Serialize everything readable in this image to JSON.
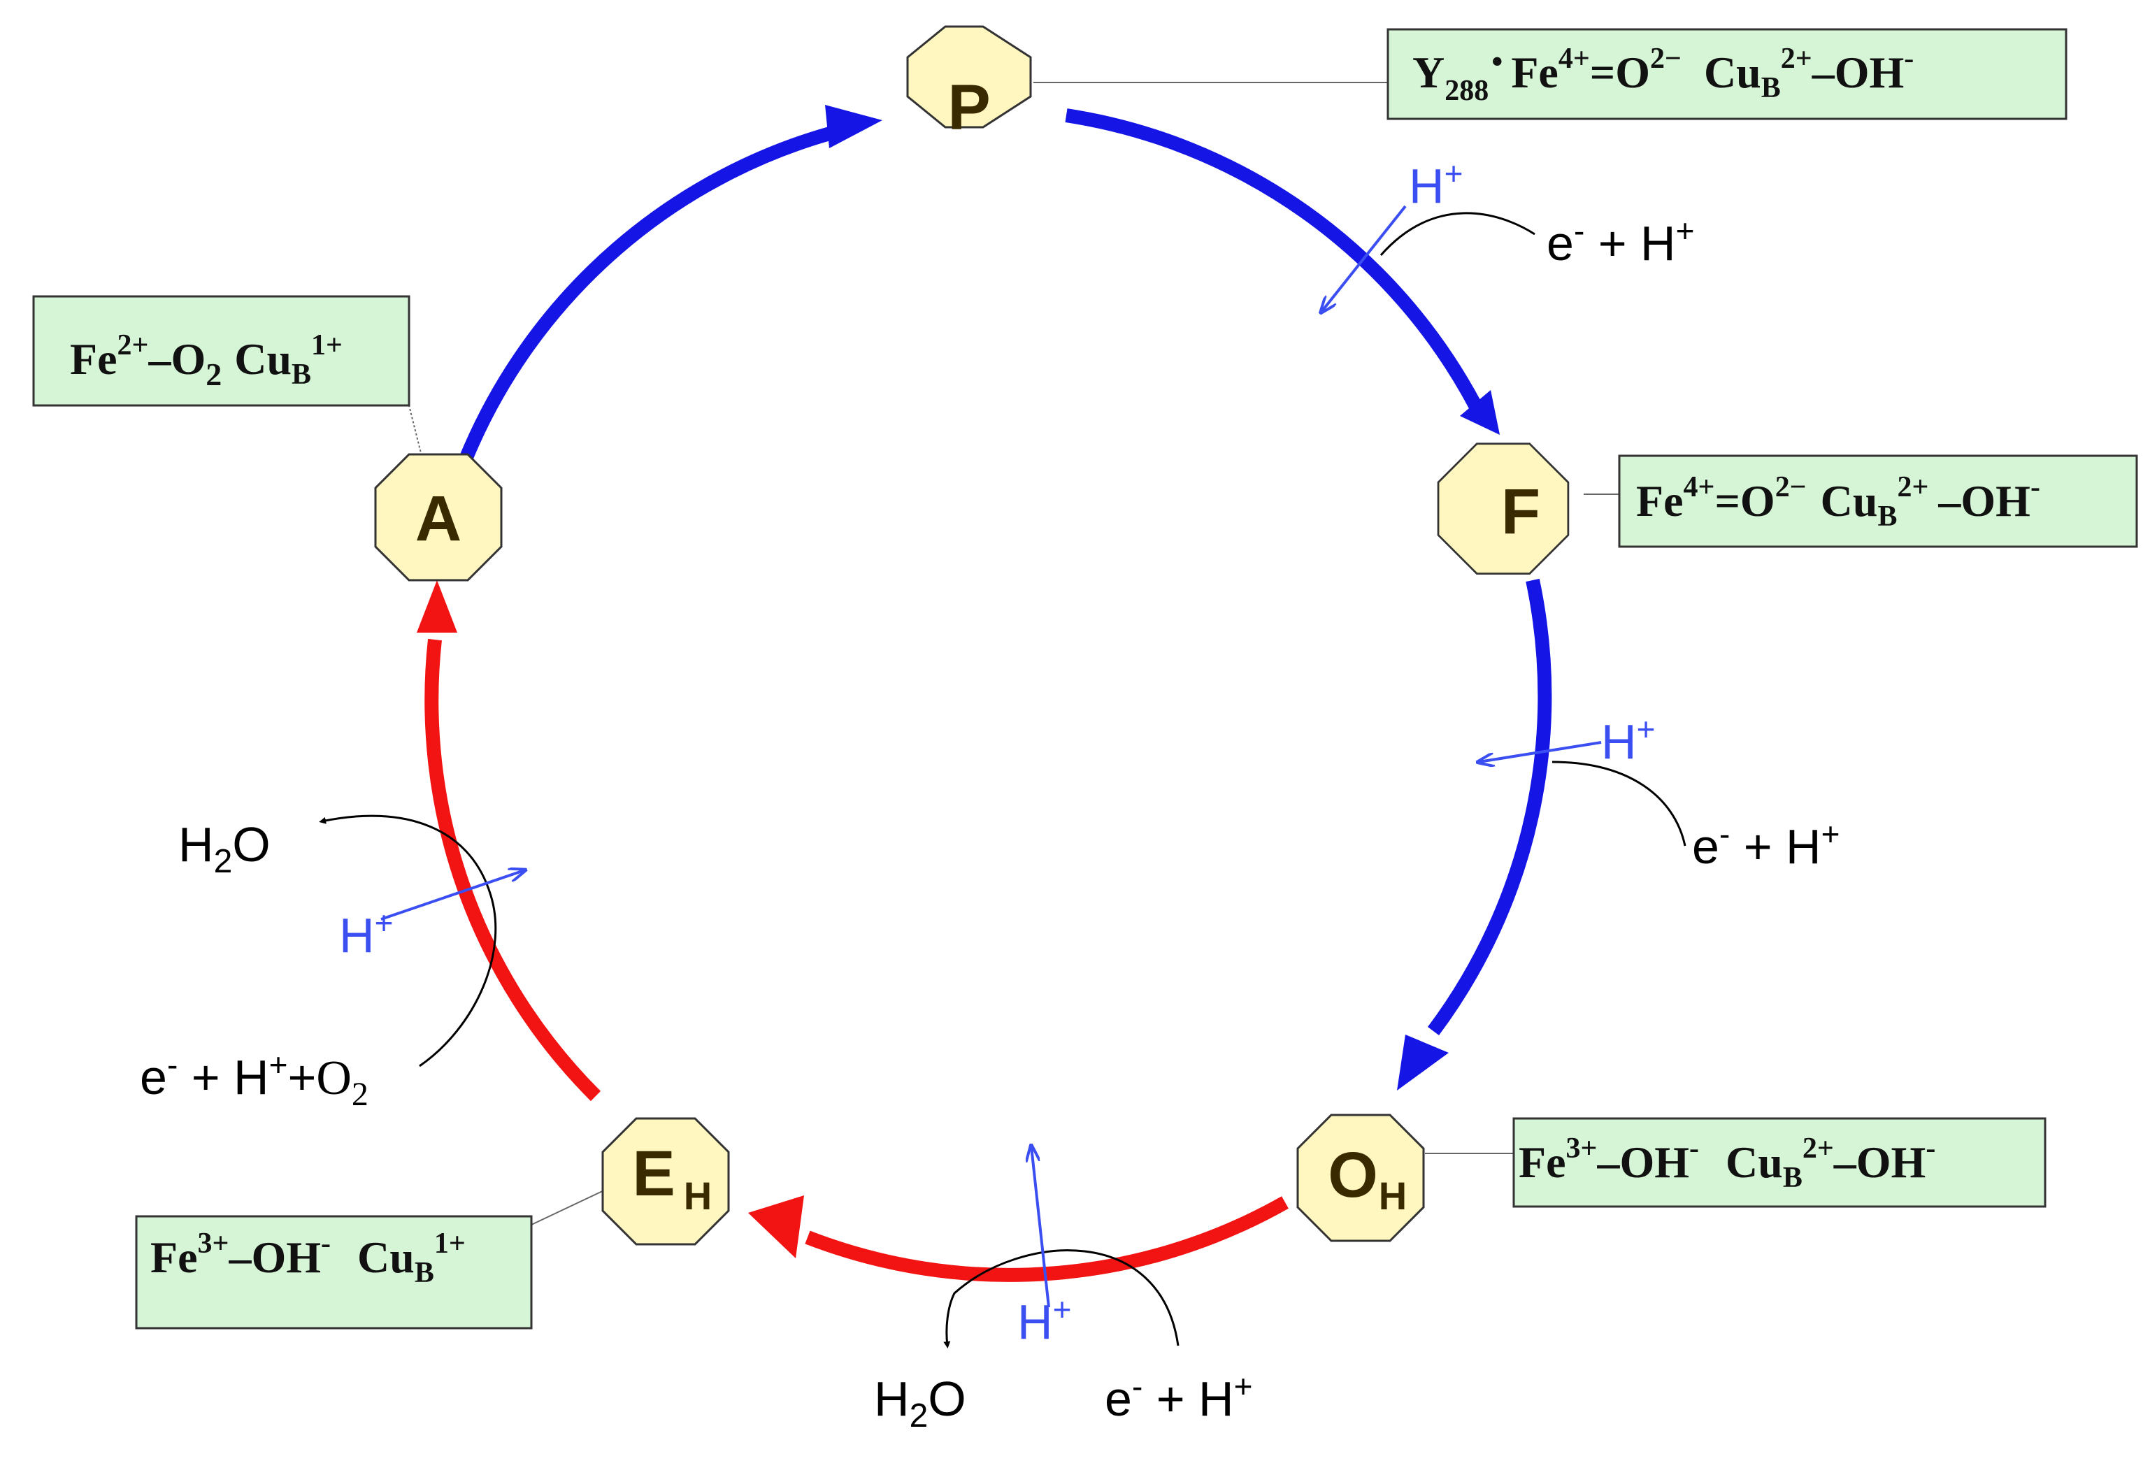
{
  "colors": {
    "oxidative": "#1515e6",
    "reductive": "#f21313",
    "proton": "#3a4ef2",
    "box_fill": "#d6f5d6",
    "box_border": "#333333",
    "octagon_fill": "#fff7bf",
    "octagon_border": "#333333"
  },
  "states": {
    "P": {
      "letter": "P",
      "sub": ""
    },
    "F": {
      "letter": "F",
      "sub": ""
    },
    "OH": {
      "letter": "O",
      "sub": "H"
    },
    "EH": {
      "letter": "E",
      "sub": "H"
    },
    "A": {
      "letter": "A",
      "sub": ""
    }
  },
  "boxes": {
    "P": {
      "y": "Y",
      "y_sub": "288",
      "dot": "•",
      "fe": "Fe",
      "fe_sup": "4+",
      "eq": "=O",
      "o_sup": "2−",
      "cu": "Cu",
      "cu_sub": "B",
      "cu_sup": "2+",
      "tail": "–OH",
      "tail_sup": "-"
    },
    "F": {
      "fe": "Fe",
      "fe_sup": "4+",
      "eq": "=O",
      "o_sup": "2−",
      "cu": "Cu",
      "cu_sub": "B",
      "cu_sup": "2+",
      "tail": "–OH",
      "tail_sup": "-"
    },
    "OH": {
      "fe": "Fe",
      "fe_sup": "3+",
      "oh": "–OH",
      "oh_sup": "-",
      "cu": "Cu",
      "cu_sub": "B",
      "cu_sup": "2+",
      "tail": "–OH",
      "tail_sup": "-"
    },
    "EH": {
      "fe": "Fe",
      "fe_sup": "3+",
      "oh": "–OH",
      "oh_sup": "-",
      "cu": "Cu",
      "cu_sub": "B",
      "cu_sup": "1+"
    },
    "A": {
      "fe": "Fe",
      "fe_sup": "2+",
      "o2": "–O",
      "o2_sub": "2",
      "cu": "Cu",
      "cu_sub": "B",
      "cu_sup": "1+"
    }
  },
  "labels": {
    "e": "e",
    "minus": "-",
    "plus_h": " + H",
    "plus": "+",
    "h": "H",
    "two": "2",
    "o": "O",
    "o2": "O",
    "plus_o2": "+",
    "water_h": "H",
    "water_2": "2",
    "water_o": "O"
  }
}
